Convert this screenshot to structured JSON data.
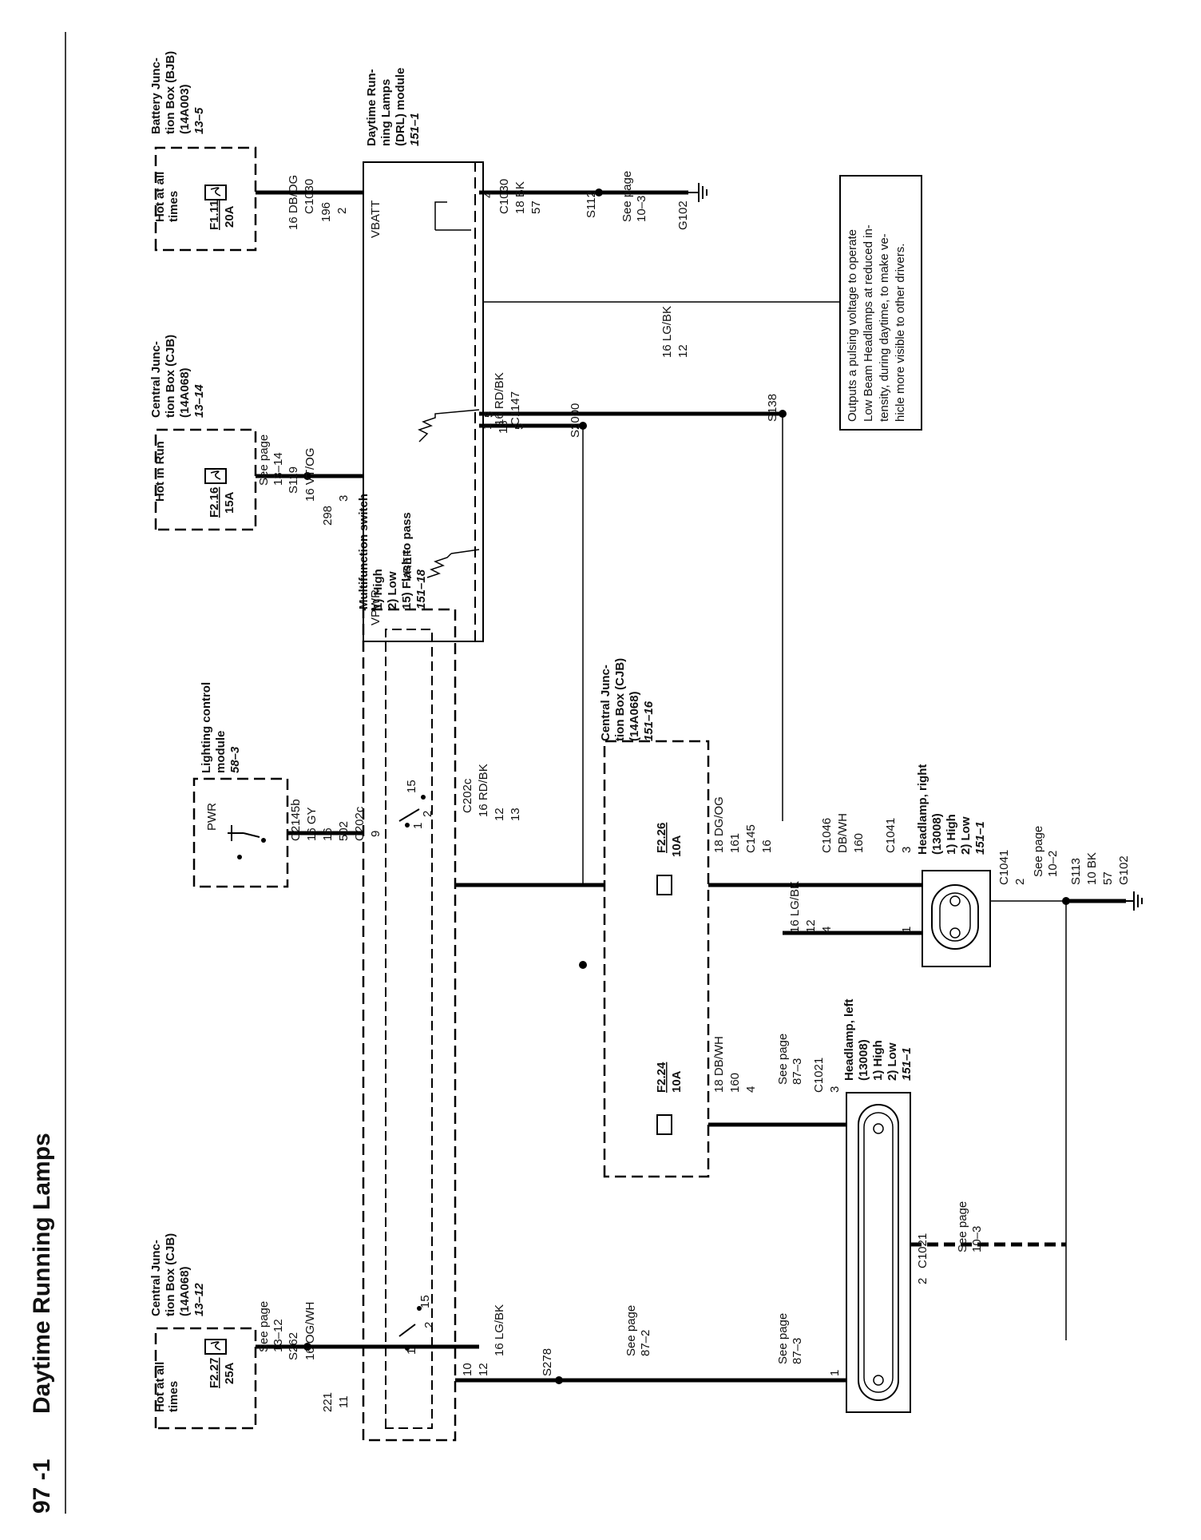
{
  "page": {
    "number": "97 -1",
    "title": "Daytime Running Lamps"
  },
  "components": {
    "cjb_12": {
      "title": [
        "Central Junc-",
        "tion Box (CJB)",
        "(14A068)"
      ],
      "ref": "13–12",
      "state": [
        "Hot at all",
        "times"
      ],
      "fuse": "F2.27",
      "rating": "25A"
    },
    "cjb_14": {
      "title": [
        "Central Junc-",
        "tion Box (CJB)",
        "(14A068)"
      ],
      "ref": "13–14",
      "state": [
        "Hot in Run"
      ],
      "fuse": "F2.16",
      "rating": "15A"
    },
    "bjb": {
      "title": [
        "Battery Junc-",
        "tion Box (BJB)",
        "(14A003)"
      ],
      "ref": "13–5",
      "state": [
        "Hot at all",
        "times"
      ],
      "fuse": "F1.11",
      "rating": "20A"
    },
    "drl": {
      "title": [
        "Daytime Run-",
        "ning Lamps",
        "(DRL) module"
      ],
      "ref": "151–1",
      "vpwr": "VPWR",
      "vref": "VREF",
      "vbatt": "VBATT"
    },
    "lcm": {
      "title": [
        "Lighting control",
        "module"
      ],
      "ref": "58–3",
      "pwr": "PWR"
    },
    "mfs": {
      "title": "Multifunction switch",
      "items": [
        "1)  High",
        "2)  Low",
        "15) Flash to pass"
      ],
      "ref": "151–18"
    },
    "cjb_16": {
      "title": [
        "Central Junc-",
        "tion Box (CJB)",
        "(14A068)"
      ],
      "ref": "151–16",
      "fuse_a": "F2.26",
      "rating_a": "10A",
      "fuse_b": "F2.24",
      "rating_b": "10A"
    },
    "hl_right": {
      "title": [
        "Headlamp, right",
        "(13008)"
      ],
      "items": [
        "1)    High",
        "2)    Low"
      ],
      "ref": "151–1"
    },
    "hl_left": {
      "title": [
        "Headlamp, left",
        "(13008)"
      ],
      "items": [
        "1)    High",
        "2)    Low"
      ],
      "ref": "151–1"
    },
    "note": [
      "Outputs a pulsing voltage to operate",
      "Low Beam Headlamps at reduced in-",
      "tensity, during daytime, to make ve-",
      "hicle more visible to other drivers."
    ]
  },
  "labels": {
    "see_page": "See page",
    "r_13_12": "13–12",
    "r_13_14": "13–14",
    "r_10_3": "10–3",
    "r_10_2": "10–2",
    "r_87_2": "87–2",
    "r_87_3": "87–3",
    "w_16_ogwh": "16 OG/WH",
    "w_16_vtog": "16 VT/OG",
    "w_16_dbog": "16 DB/OG",
    "w_18_bk": "18 BK",
    "w_16_rdbk": "16 RD/BK",
    "w_16_lgbk": "16 LG/BK",
    "w_16_gy": "16 GY",
    "w_18_dgog": "18 DG/OG",
    "w_dbwh": "DB/WH",
    "w_18_dbwh": "18 DB/WH",
    "w_10_bk": "10 BK",
    "c1030": "C1030",
    "c1147": "C1147",
    "c202c": "C202c",
    "c2145b": "C2145b",
    "c145": "C145",
    "c1046": "C1046",
    "c1041": "C1041",
    "c1021": "C1021",
    "s262": "S262",
    "s119": "S119",
    "s112": "S112",
    "s138": "S138",
    "s2000": "S2000",
    "s278": "S278",
    "s113": "S113",
    "g102": "G102",
    "n221": "221",
    "n298": "298",
    "n196": "196",
    "n57": "57",
    "n11": "11",
    "n3": "3",
    "n2": "2",
    "n4": "4",
    "n5": "5",
    "n1": "1",
    "n13": "13",
    "n12": "12",
    "n10": "10",
    "n15": "15",
    "n16": "16",
    "n502": "502",
    "n9": "9",
    "n161": "161",
    "n160": "160"
  }
}
